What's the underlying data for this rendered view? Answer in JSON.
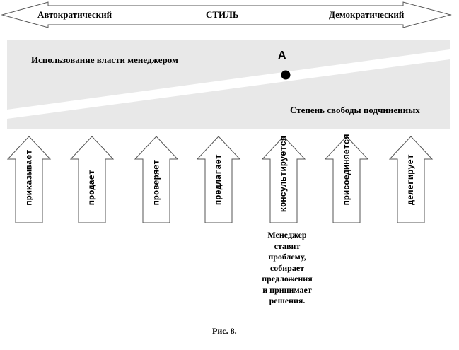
{
  "style_scale": {
    "left_label": "Автократический",
    "center_label": "СТИЛЬ",
    "right_label": "Демократический"
  },
  "band": {
    "upper_label": "Использование власти менеджером",
    "lower_label": "Степень свободы подчиненных",
    "point_label": "А",
    "colors": {
      "band": "#e8e8e8",
      "stripe": "#ffffff",
      "point": "#000000"
    }
  },
  "behaviors": [
    {
      "label": "приказывает"
    },
    {
      "label": "продает"
    },
    {
      "label": "проверяет"
    },
    {
      "label": "предлагает"
    },
    {
      "label": "консультируется"
    },
    {
      "label": "присоединяется"
    },
    {
      "label": "делегирует"
    }
  ],
  "note": {
    "lines": [
      "Менеджер",
      "ставит",
      "проблему,",
      "собирает",
      "предложения",
      "и принимает",
      "решения."
    ]
  },
  "caption": "Рис. 8."
}
